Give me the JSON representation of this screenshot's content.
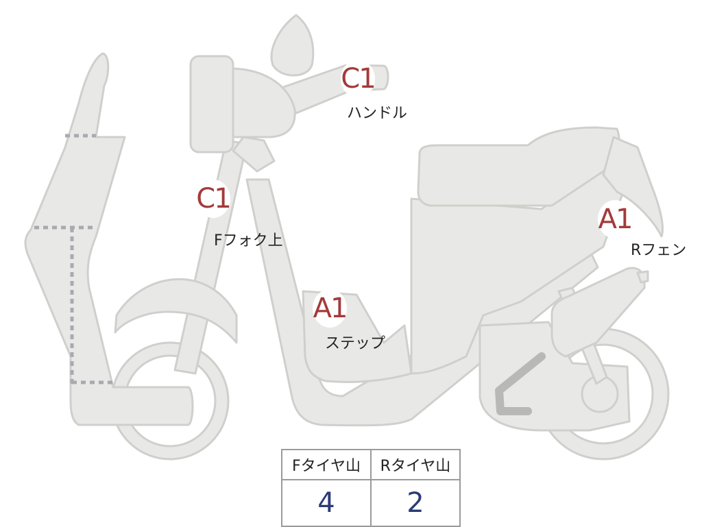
{
  "colors": {
    "body_fill": "#e8e8e6",
    "body_stroke": "#cfcfcc",
    "dotted_line": "#a9a9b0",
    "grade_text": "#a33a3a",
    "tread_value": "#2a3b78",
    "table_border": "#9a9a9a"
  },
  "inspection_points": [
    {
      "grade": "C1",
      "part": "ハンドル"
    },
    {
      "grade": "C1",
      "part": "Fフォク上"
    },
    {
      "grade": "A1",
      "part": "ステップ"
    },
    {
      "grade": "A1",
      "part": "Rフェン"
    }
  ],
  "tire_tread": {
    "headers": [
      "Fタイヤ山",
      "Rタイヤ山"
    ],
    "values": [
      "4",
      "2"
    ]
  }
}
